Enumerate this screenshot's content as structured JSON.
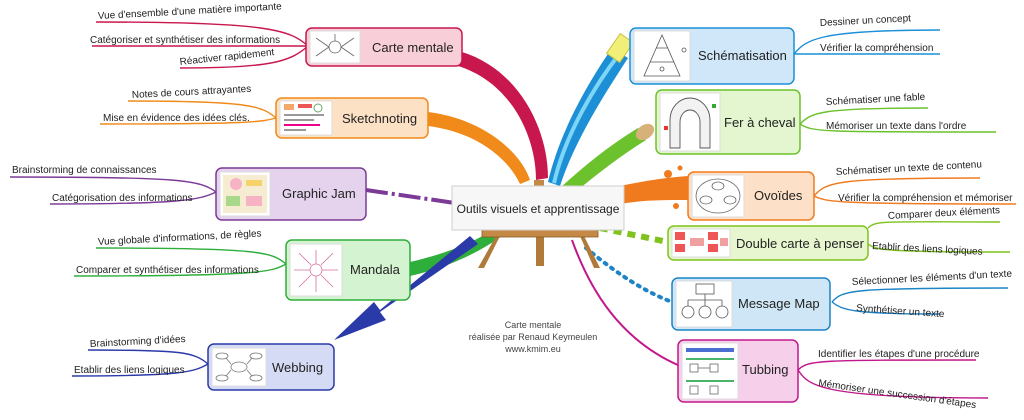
{
  "central": {
    "title": "Outils visuels et apprentissage"
  },
  "credit": {
    "line1": "Carte mentale",
    "line2": "réalisée par Renaud Keymeulen",
    "line3": "www.kmim.eu"
  },
  "branches": {
    "carte_mentale": {
      "title": "Carte mentale",
      "color": "#c8174d",
      "fill": "#f8cfd9",
      "items": [
        "Vue d'ensemble d'une matière importante",
        "Catégoriser et synthétiser des informations",
        "Réactiver rapidement"
      ]
    },
    "sketchnoting": {
      "title": "Sketchnoting",
      "color": "#f08a1a",
      "fill": "#fde1c4",
      "items": [
        "Notes de cours attrayantes",
        "Mise en évidence des idées clés."
      ]
    },
    "graphic_jam": {
      "title": "Graphic Jam",
      "color": "#7b3a96",
      "fill": "#e5d3ee",
      "items": [
        "Brainstorming de connaissances",
        "Catégorisation des informations"
      ]
    },
    "mandala": {
      "title": "Mandala",
      "color": "#2eae3b",
      "fill": "#d4f3d0",
      "items": [
        "Vue globale d'informations, de règles",
        "Comparer et synthétiser des informations"
      ]
    },
    "webbing": {
      "title": "Webbing",
      "color": "#2a3aa8",
      "fill": "#d6dbf5",
      "items": [
        "Brainstorming d'idées",
        "Etablir des liens logiques"
      ]
    },
    "schematisation": {
      "title": "Schématisation",
      "color": "#1c8fd6",
      "fill": "#cfe7f8",
      "items": [
        "Dessiner un concept",
        "Vérifier la compréhension"
      ]
    },
    "fer_a_cheval": {
      "title": "Fer à cheval",
      "color": "#6cc22c",
      "fill": "#e3f6cf",
      "items": [
        "Schématiser une fable",
        "Mémoriser un texte dans l'ordre"
      ]
    },
    "ovoides": {
      "title": "Ovoïdes",
      "color": "#f07a1e",
      "fill": "#fde0c8",
      "items": [
        "Schématiser un texte de contenu",
        "Vérifier la compréhension et mémoriser"
      ]
    },
    "double_carte": {
      "title": "Double carte à penser",
      "color": "#7fc31c",
      "fill": "#e7f6cf",
      "items": [
        "Comparer deux éléments",
        "Etablir des liens logiques"
      ]
    },
    "message_map": {
      "title": "Message Map",
      "color": "#1d84c6",
      "fill": "#cfe6f7",
      "items": [
        "Sélectionner les éléments d'un texte",
        "Synthétiser un texte"
      ]
    },
    "tubbing": {
      "title": "Tubbing",
      "color": "#c2178b",
      "fill": "#f6d0ea",
      "items": [
        "Identifier les étapes d'une procédure",
        "Mémoriser une succession d'étapes"
      ]
    }
  }
}
